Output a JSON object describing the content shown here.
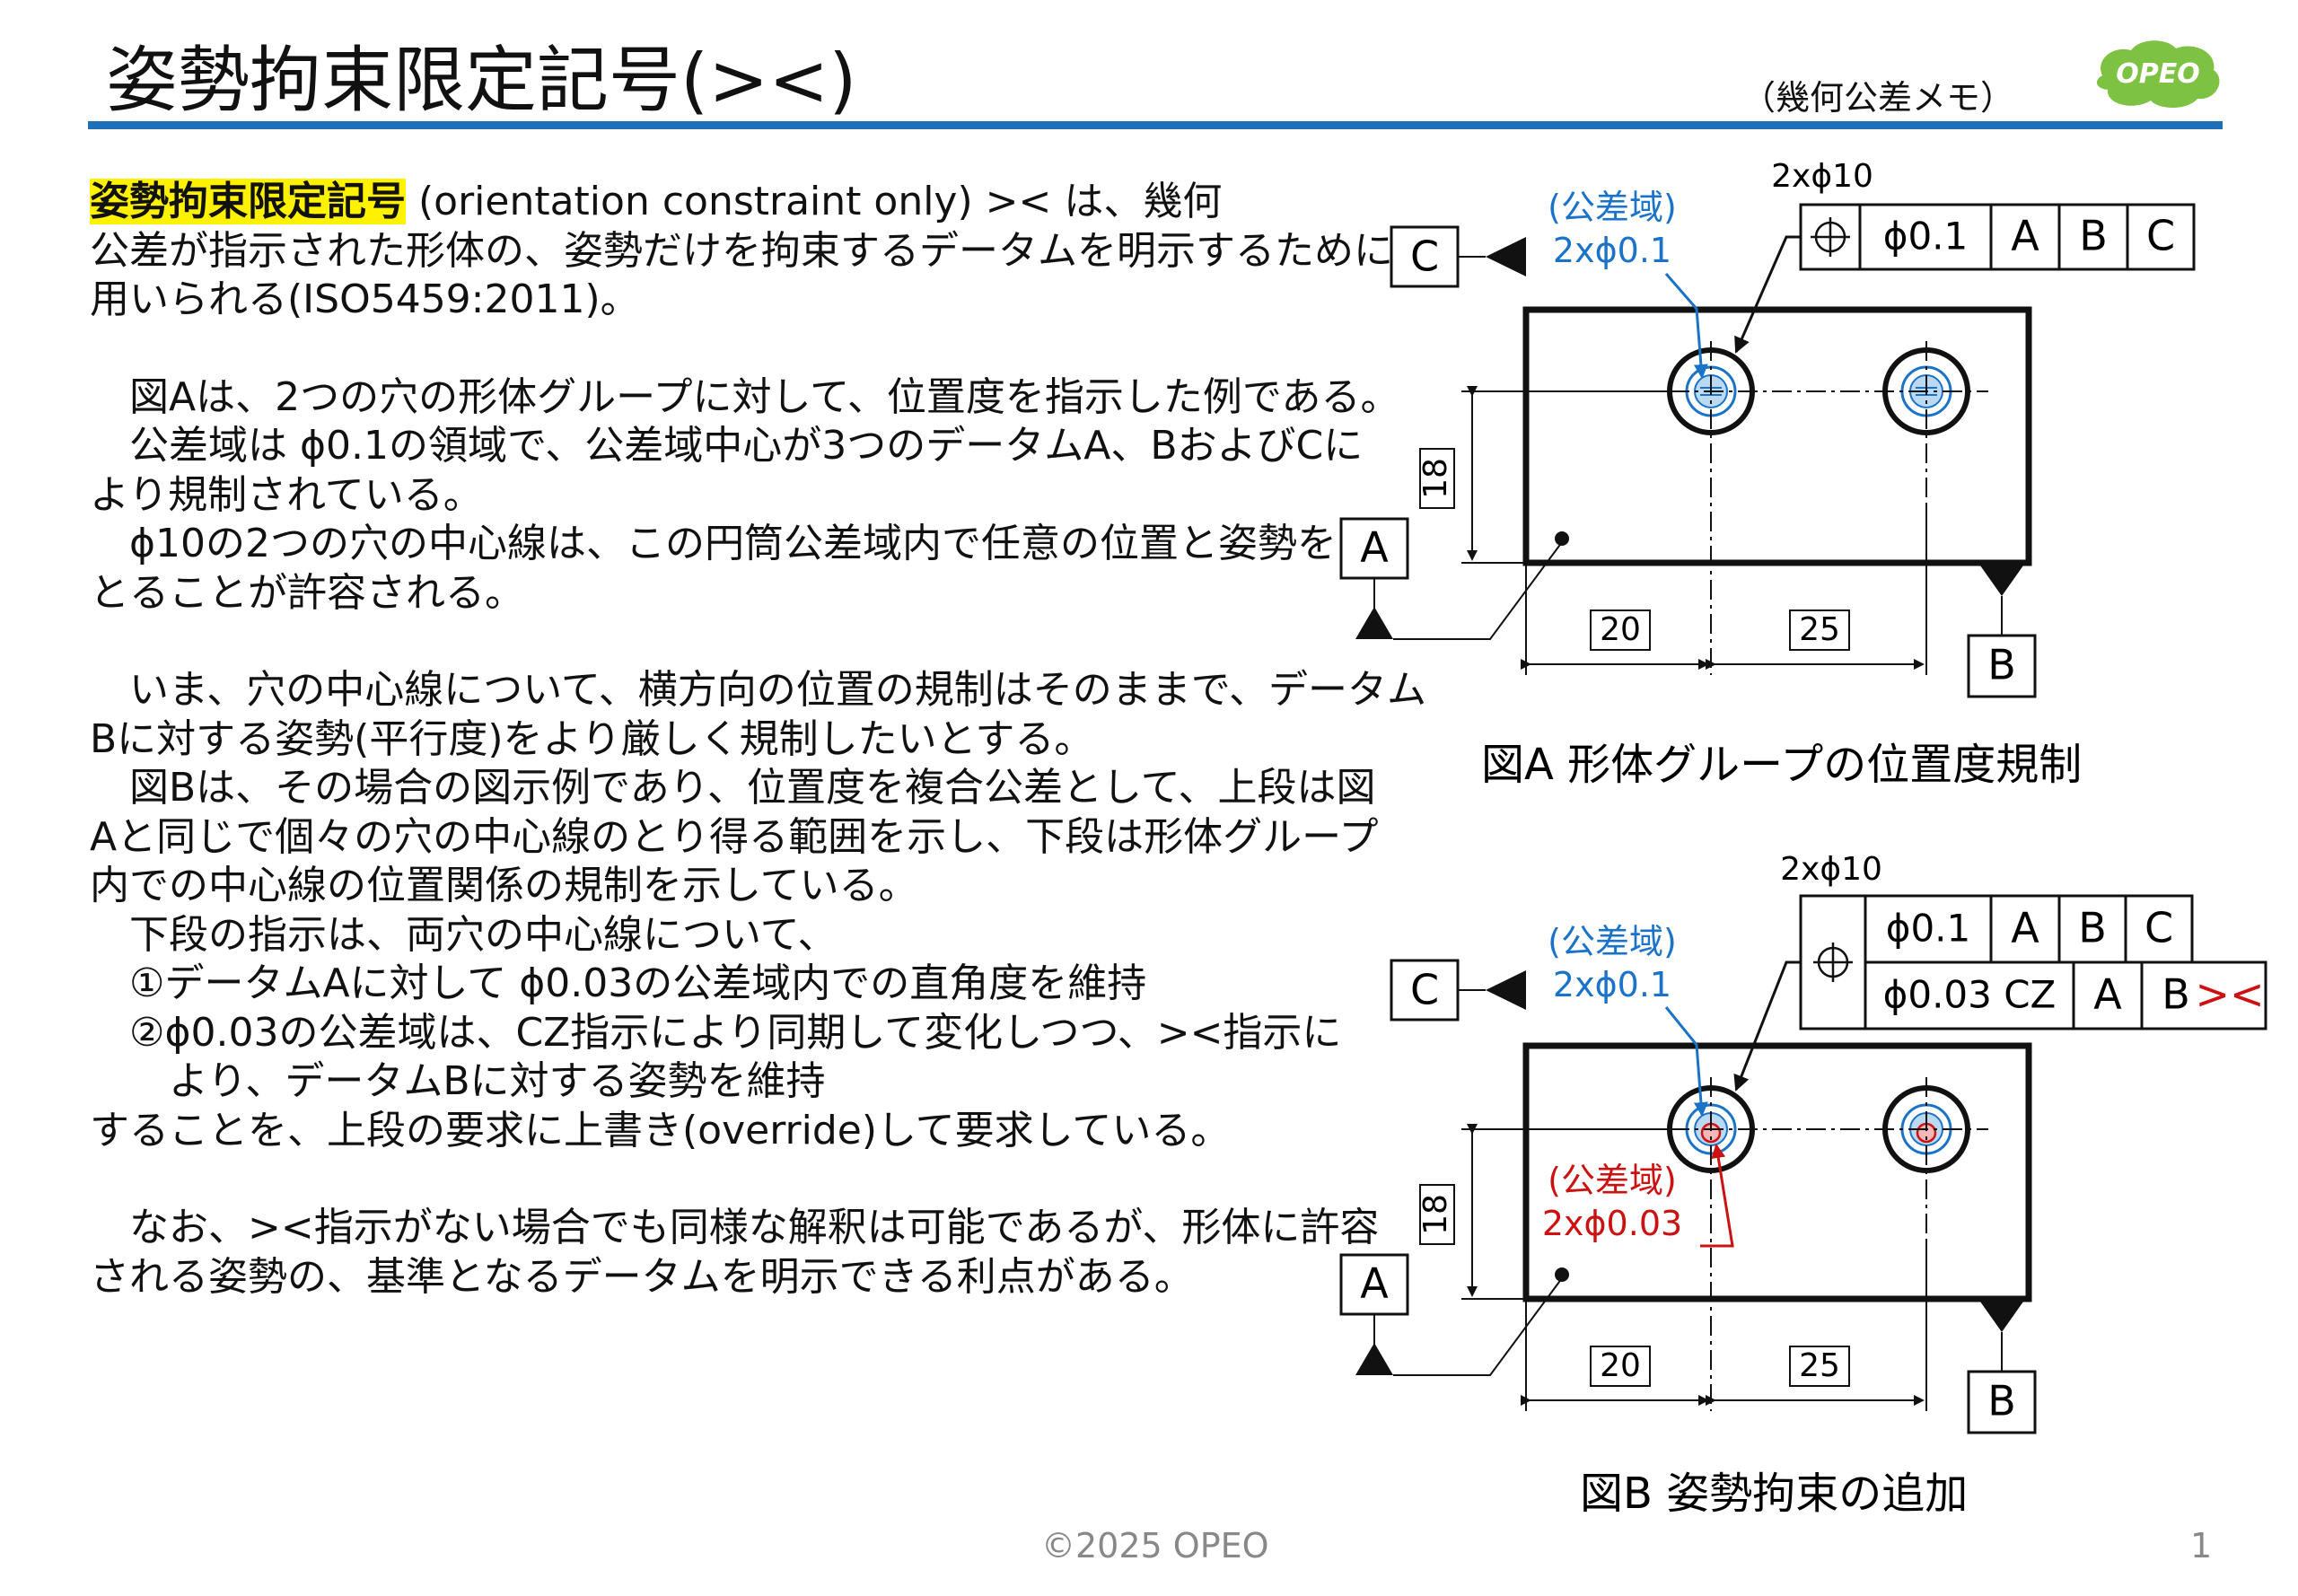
{
  "header": {
    "title": "姿勢拘束限定記号(><)",
    "subtitle": "（幾何公差メモ）",
    "logo_text": "OPEO",
    "rule_color": "#1e6fb5"
  },
  "body": {
    "p1_highlight": "姿勢拘束限定記号",
    "p1_rest": " (orientation constraint only) >< は、幾何",
    "p1_l2": "公差が指示された形体の、姿勢だけを拘束するデータムを明示するために",
    "p1_l3": "用いられる(ISO5459:2011)。",
    "p2_l1": "　図Aは、2つの穴の形体グループに対して、位置度を指示した例である。",
    "p2_l2": "　公差域は ϕ0.1の領域で、公差域中心が3つのデータムA、BおよびCに",
    "p2_l3": "より規制されている。",
    "p2_l4": "　ϕ10の2つの穴の中心線は、この円筒公差域内で任意の位置と姿勢を",
    "p2_l5": "とることが許容される。",
    "p3_l1": "　いま、穴の中心線について、横方向の位置の規制はそのままで、データム",
    "p3_l2": "Bに対する姿勢(平行度)をより厳しく規制したいとする。",
    "p3_l3": "　図Bは、その場合の図示例であり、位置度を複合公差として、上段は図",
    "p3_l4": "Aと同じで個々の穴の中心線のとり得る範囲を示し、下段は形体グループ",
    "p3_l5": "内での中心線の位置関係の規制を示している。",
    "p3_l6": "　下段の指示は、両穴の中心線について、",
    "p3_l7": "　①データムAに対して ϕ0.03の公差域内での直角度を維持",
    "p3_l8": "　②ϕ0.03の公差域は、CZ指示により同期して変化しつつ、><指示に",
    "p3_l9": "　　より、データムBに対する姿勢を維持",
    "p3_l10": "することを、上段の要求に上書き(override)して要求している。",
    "p4_l1": "　なお、><指示がない場合でも同様な解釈は可能であるが、形体に許容",
    "p4_l2": "される姿勢の、基準となるデータムを明示できる利点がある。"
  },
  "figA": {
    "caption": "図A 形体グループの位置度規制",
    "hole_label": "2xϕ10",
    "tol_zone_label": "(公差域)",
    "tol_zone_value": "2xϕ0.1",
    "fcf": [
      "ϕ0.1",
      "A",
      "B",
      "C"
    ],
    "datum_a": "A",
    "datum_b": "B",
    "datum_c": "C",
    "dim_vertical": "18",
    "dim_h1": "20",
    "dim_h2": "25"
  },
  "figB": {
    "caption": "図B 姿勢拘束の追加",
    "hole_label": "2xϕ10",
    "tol_zone_label": "(公差域)",
    "tol_zone_value": "2xϕ0.1",
    "tol_zone2_label": "(公差域)",
    "tol_zone2_value": "2xϕ0.03",
    "fcf_row1": [
      "ϕ0.1",
      "A",
      "B",
      "C"
    ],
    "fcf_row2": [
      "ϕ0.03 CZ",
      "A",
      "B"
    ],
    "ocs_symbol": "><",
    "datum_a": "A",
    "datum_b": "B",
    "datum_c": "C",
    "dim_vertical": "18",
    "dim_h1": "20",
    "dim_h2": "25"
  },
  "colors": {
    "blue": "#1a73c8",
    "red": "#cc1111",
    "highlight": "#fff200"
  },
  "footer": {
    "copyright": "©2025 OPEO",
    "page": "1"
  }
}
